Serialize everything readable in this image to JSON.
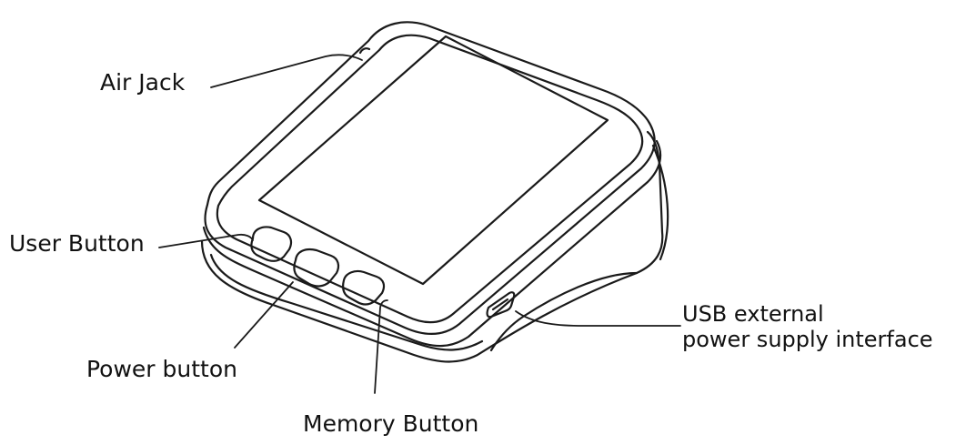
{
  "labels": {
    "air_jack": "Air Jack",
    "user_button": "User Button",
    "power_button": "Power button",
    "memory_button": "Memory Button",
    "usb_line1": "USB external",
    "usb_line2": "power supply interface"
  },
  "colors": {
    "stroke": "#1a1a1a",
    "background": "#ffffff"
  }
}
